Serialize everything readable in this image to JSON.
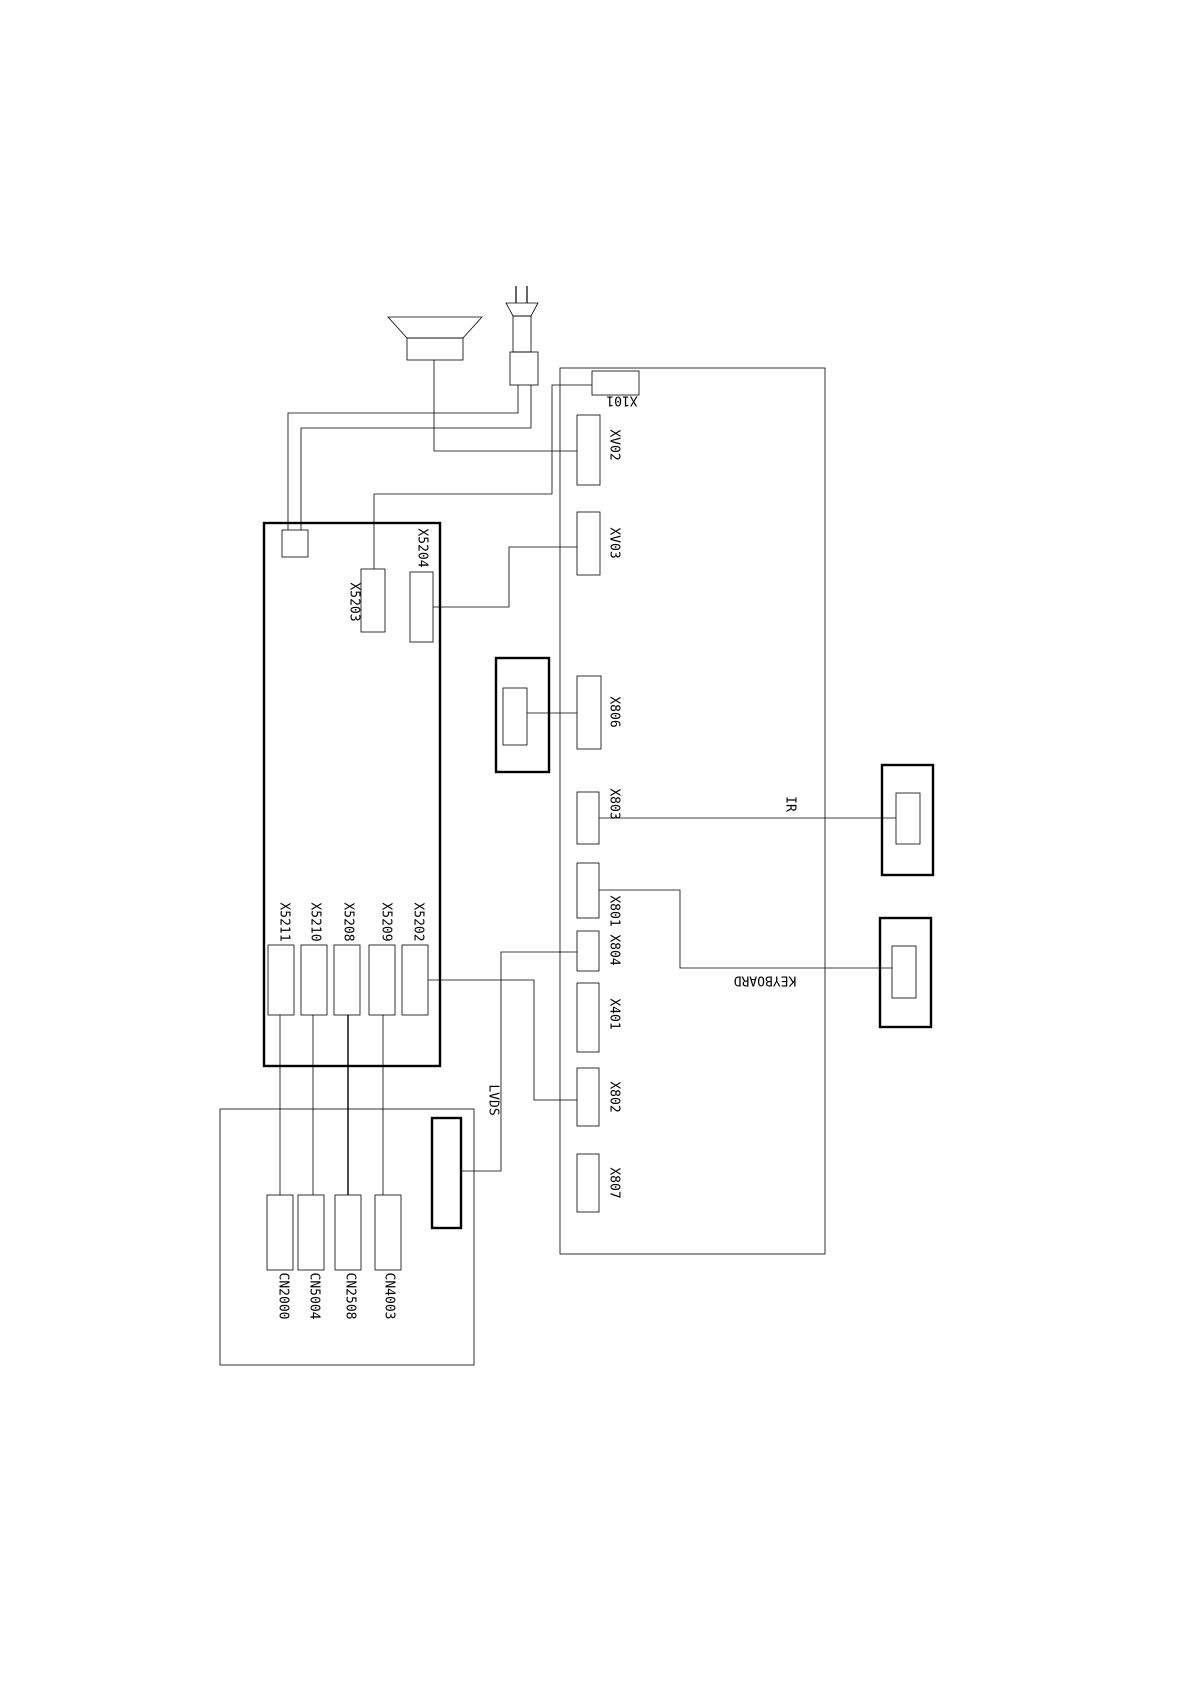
{
  "diagram": {
    "main_board_connectors": {
      "x101": "X101",
      "xv02": "XV02",
      "xv03": "XV03",
      "x806": "X806",
      "x803": "X803",
      "x801": "X801",
      "x804": "X804",
      "x401": "X401",
      "x802": "X802",
      "x807": "X807"
    },
    "power_board_connectors": {
      "x5203": "X5203",
      "x5204": "X5204",
      "x5211": "X5211",
      "x5210": "X5210",
      "x5208": "X5208",
      "x5209": "X5209",
      "x5202": "X5202"
    },
    "panel_connectors": {
      "cn2000": "CN2000",
      "cn5004": "CN5004",
      "cn2508": "CN2508",
      "cn4003": "CN4003"
    },
    "wire_labels": {
      "ir": "IR",
      "keyboard": "KEYBOARD",
      "lvds": "LVDS"
    },
    "icons": [
      "speaker-icon",
      "power-plug-icon"
    ]
  }
}
